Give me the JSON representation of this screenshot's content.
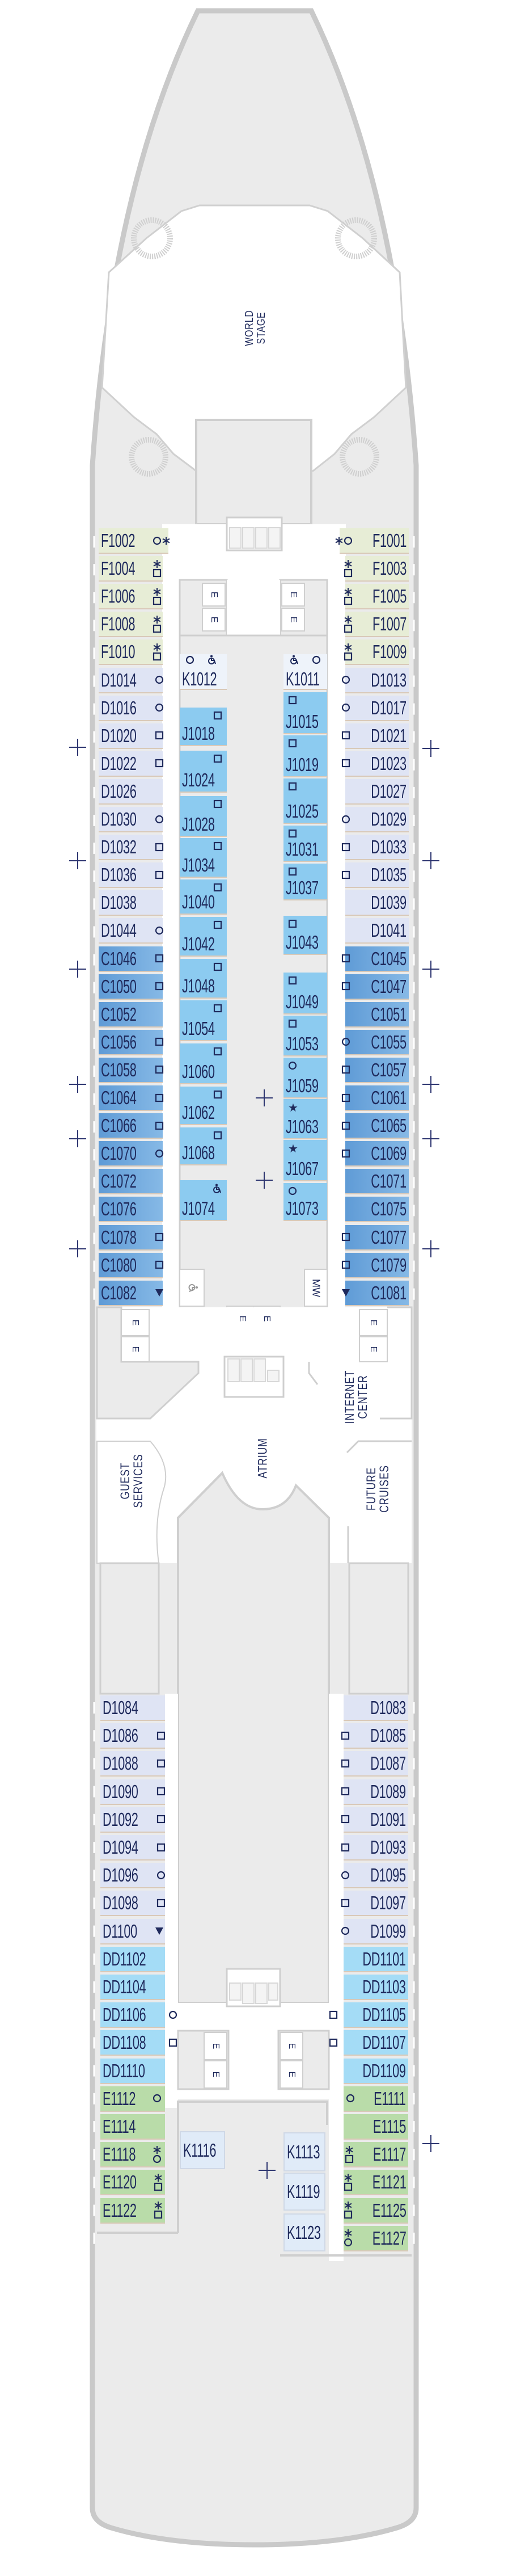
{
  "venues": {
    "world_stage": [
      "WORLD",
      "STAGE"
    ],
    "atrium": "ATRIUM",
    "guest_services": [
      "GUEST",
      "SERVICES"
    ],
    "future_cruises": [
      "FUTURE",
      "CRUISES"
    ],
    "internet_center": [
      "INTERNET",
      "CENTER"
    ],
    "elevator": "E",
    "mw": "MW"
  },
  "colors": {
    "text": "#1f2a5c",
    "F": "#e7edd6",
    "D": "#dfe4f4",
    "C": "#6fa6dc",
    "J": "#8ccbf0",
    "DD": "#a4dcf6",
    "E": "#b9dca9",
    "K": "#e0ebf8",
    "hull": "#c9c9c9",
    "deck": "#ebebeb"
  },
  "cabins": {
    "forward_port": [
      {
        "label": "F1002",
        "cat": "F",
        "icon": "circle-snow"
      },
      {
        "label": "F1004",
        "cat": "F",
        "icon": "snow-square"
      },
      {
        "label": "F1006",
        "cat": "F",
        "icon": "snow-square"
      },
      {
        "label": "F1008",
        "cat": "F",
        "icon": "snow-square"
      },
      {
        "label": "F1010",
        "cat": "F",
        "icon": "snow-square"
      },
      {
        "label": "D1014",
        "cat": "D",
        "icon": "circle"
      },
      {
        "label": "D1016",
        "cat": "D",
        "icon": "circle"
      },
      {
        "label": "D1020",
        "cat": "D",
        "icon": "square"
      },
      {
        "label": "D1022",
        "cat": "D",
        "icon": "square"
      },
      {
        "label": "D1026",
        "cat": "D",
        "icon": ""
      },
      {
        "label": "D1030",
        "cat": "D",
        "icon": "circle"
      },
      {
        "label": "D1032",
        "cat": "D",
        "icon": "square"
      },
      {
        "label": "D1036",
        "cat": "D",
        "icon": "square"
      },
      {
        "label": "D1038",
        "cat": "D",
        "icon": ""
      },
      {
        "label": "D1044",
        "cat": "D",
        "icon": "circle"
      },
      {
        "label": "C1046",
        "cat": "C",
        "icon": "square"
      },
      {
        "label": "C1050",
        "cat": "C",
        "icon": "square"
      },
      {
        "label": "C1052",
        "cat": "C",
        "icon": ""
      },
      {
        "label": "C1056",
        "cat": "C",
        "icon": "square"
      },
      {
        "label": "C1058",
        "cat": "C",
        "icon": "square"
      },
      {
        "label": "C1064",
        "cat": "C",
        "icon": "square"
      },
      {
        "label": "C1066",
        "cat": "C",
        "icon": "square"
      },
      {
        "label": "C1070",
        "cat": "C",
        "icon": "circle"
      },
      {
        "label": "C1072",
        "cat": "C",
        "icon": ""
      },
      {
        "label": "C1076",
        "cat": "C",
        "icon": ""
      },
      {
        "label": "C1078",
        "cat": "C",
        "icon": "square"
      },
      {
        "label": "C1080",
        "cat": "C",
        "icon": "square"
      },
      {
        "label": "C1082",
        "cat": "C",
        "icon": "triangle"
      }
    ],
    "forward_starboard": [
      {
        "label": "F1001",
        "cat": "F",
        "icon": "snow-circle"
      },
      {
        "label": "F1003",
        "cat": "F",
        "icon": "snow-square"
      },
      {
        "label": "F1005",
        "cat": "F",
        "icon": "snow-square"
      },
      {
        "label": "F1007",
        "cat": "F",
        "icon": "snow-square"
      },
      {
        "label": "F1009",
        "cat": "F",
        "icon": "snow-square"
      },
      {
        "label": "D1013",
        "cat": "D",
        "icon": "circle"
      },
      {
        "label": "D1017",
        "cat": "D",
        "icon": "circle"
      },
      {
        "label": "D1021",
        "cat": "D",
        "icon": "square"
      },
      {
        "label": "D1023",
        "cat": "D",
        "icon": "square"
      },
      {
        "label": "D1027",
        "cat": "D",
        "icon": ""
      },
      {
        "label": "D1029",
        "cat": "D",
        "icon": "circle"
      },
      {
        "label": "D1033",
        "cat": "D",
        "icon": "square"
      },
      {
        "label": "D1035",
        "cat": "D",
        "icon": "square"
      },
      {
        "label": "D1039",
        "cat": "D",
        "icon": ""
      },
      {
        "label": "D1041",
        "cat": "D",
        "icon": ""
      },
      {
        "label": "C1045",
        "cat": "C",
        "icon": "square"
      },
      {
        "label": "C1047",
        "cat": "C",
        "icon": "square"
      },
      {
        "label": "C1051",
        "cat": "C",
        "icon": ""
      },
      {
        "label": "C1055",
        "cat": "C",
        "icon": "circle"
      },
      {
        "label": "C1057",
        "cat": "C",
        "icon": "square"
      },
      {
        "label": "C1061",
        "cat": "C",
        "icon": "square"
      },
      {
        "label": "C1065",
        "cat": "C",
        "icon": "square"
      },
      {
        "label": "C1069",
        "cat": "C",
        "icon": "square"
      },
      {
        "label": "C1071",
        "cat": "C",
        "icon": ""
      },
      {
        "label": "C1075",
        "cat": "C",
        "icon": ""
      },
      {
        "label": "C1077",
        "cat": "C",
        "icon": "square"
      },
      {
        "label": "C1079",
        "cat": "C",
        "icon": "square"
      },
      {
        "label": "C1081",
        "cat": "C",
        "icon": "triangle"
      }
    ],
    "inner_port": [
      {
        "label": "K1012",
        "cat": "K",
        "icon": "circle-accessible"
      },
      {
        "label": "J1018",
        "cat": "J",
        "icon": "square"
      },
      {
        "label": "J1024",
        "cat": "J",
        "icon": "square"
      },
      {
        "label": "J1028",
        "cat": "J",
        "icon": "square"
      },
      {
        "label": "J1034",
        "cat": "J",
        "icon": "square"
      },
      {
        "label": "J1040",
        "cat": "J",
        "icon": "square"
      },
      {
        "label": "J1042",
        "cat": "J",
        "icon": "square"
      },
      {
        "label": "J1048",
        "cat": "J",
        "icon": "square"
      },
      {
        "label": "J1054",
        "cat": "J",
        "icon": "square"
      },
      {
        "label": "J1060",
        "cat": "J",
        "icon": "square"
      },
      {
        "label": "J1062",
        "cat": "J",
        "icon": "square"
      },
      {
        "label": "J1068",
        "cat": "J",
        "icon": "square"
      },
      {
        "label": "J1074",
        "cat": "J",
        "icon": "accessible"
      }
    ],
    "inner_starboard": [
      {
        "label": "K1011",
        "cat": "K",
        "icon": "accessible-circle"
      },
      {
        "label": "J1015",
        "cat": "J",
        "icon": "square"
      },
      {
        "label": "J1019",
        "cat": "J",
        "icon": "square"
      },
      {
        "label": "J1025",
        "cat": "J",
        "icon": "square"
      },
      {
        "label": "J1031",
        "cat": "J",
        "icon": "square"
      },
      {
        "label": "J1037",
        "cat": "J",
        "icon": "square"
      },
      {
        "label": "J1043",
        "cat": "J",
        "icon": "square"
      },
      {
        "label": "J1049",
        "cat": "J",
        "icon": "square"
      },
      {
        "label": "J1053",
        "cat": "J",
        "icon": "square"
      },
      {
        "label": "J1059",
        "cat": "J",
        "icon": "circle"
      },
      {
        "label": "J1063",
        "cat": "J",
        "icon": "star"
      },
      {
        "label": "J1067",
        "cat": "J",
        "icon": "star"
      },
      {
        "label": "J1073",
        "cat": "J",
        "icon": "circle"
      }
    ],
    "aft_port": [
      {
        "label": "D1084",
        "cat": "D",
        "icon": ""
      },
      {
        "label": "D1086",
        "cat": "D",
        "icon": "square"
      },
      {
        "label": "D1088",
        "cat": "D",
        "icon": "square"
      },
      {
        "label": "D1090",
        "cat": "D",
        "icon": "square"
      },
      {
        "label": "D1092",
        "cat": "D",
        "icon": "square"
      },
      {
        "label": "D1094",
        "cat": "D",
        "icon": "square"
      },
      {
        "label": "D1096",
        "cat": "D",
        "icon": "circle"
      },
      {
        "label": "D1098",
        "cat": "D",
        "icon": "square"
      },
      {
        "label": "D1100",
        "cat": "D",
        "icon": "triangle"
      },
      {
        "label": "DD1102",
        "cat": "DD",
        "icon": ""
      },
      {
        "label": "DD1104",
        "cat": "DD",
        "icon": ""
      },
      {
        "label": "DD1106",
        "cat": "DD",
        "icon": "circle"
      },
      {
        "label": "DD1108",
        "cat": "DD",
        "icon": "square"
      },
      {
        "label": "DD1110",
        "cat": "DD",
        "icon": ""
      },
      {
        "label": "E1112",
        "cat": "E",
        "icon": "circle"
      },
      {
        "label": "E1114",
        "cat": "E",
        "icon": ""
      },
      {
        "label": "E1118",
        "cat": "E",
        "icon": "snow-circle-v"
      },
      {
        "label": "E1120",
        "cat": "E",
        "icon": "snow-square"
      },
      {
        "label": "E1122",
        "cat": "E",
        "icon": "snow-square"
      }
    ],
    "aft_starboard": [
      {
        "label": "D1083",
        "cat": "D",
        "icon": ""
      },
      {
        "label": "D1085",
        "cat": "D",
        "icon": "square"
      },
      {
        "label": "D1087",
        "cat": "D",
        "icon": "square"
      },
      {
        "label": "D1089",
        "cat": "D",
        "icon": "square"
      },
      {
        "label": "D1091",
        "cat": "D",
        "icon": "square"
      },
      {
        "label": "D1093",
        "cat": "D",
        "icon": "square"
      },
      {
        "label": "D1095",
        "cat": "D",
        "icon": "circle"
      },
      {
        "label": "D1097",
        "cat": "D",
        "icon": "square"
      },
      {
        "label": "D1099",
        "cat": "D",
        "icon": "circle"
      },
      {
        "label": "DD1101",
        "cat": "DD",
        "icon": ""
      },
      {
        "label": "DD1103",
        "cat": "DD",
        "icon": ""
      },
      {
        "label": "DD1105",
        "cat": "DD",
        "icon": "square"
      },
      {
        "label": "DD1107",
        "cat": "DD",
        "icon": "square"
      },
      {
        "label": "DD1109",
        "cat": "DD",
        "icon": ""
      },
      {
        "label": "E1111",
        "cat": "E",
        "icon": "circle"
      },
      {
        "label": "E1115",
        "cat": "E",
        "icon": ""
      },
      {
        "label": "E1117",
        "cat": "E",
        "icon": "snow-square"
      },
      {
        "label": "E1121",
        "cat": "E",
        "icon": "snow-square"
      },
      {
        "label": "E1125",
        "cat": "E",
        "icon": "snow-square"
      },
      {
        "label": "E1127",
        "cat": "E",
        "icon": "snow-circle-v"
      }
    ],
    "aft_inner": [
      {
        "label": "K1116",
        "cat": "K",
        "icon": ""
      },
      {
        "label": "K1113",
        "cat": "K",
        "icon": ""
      },
      {
        "label": "K1119",
        "cat": "K",
        "icon": ""
      },
      {
        "label": "K1123",
        "cat": "K",
        "icon": ""
      }
    ]
  }
}
